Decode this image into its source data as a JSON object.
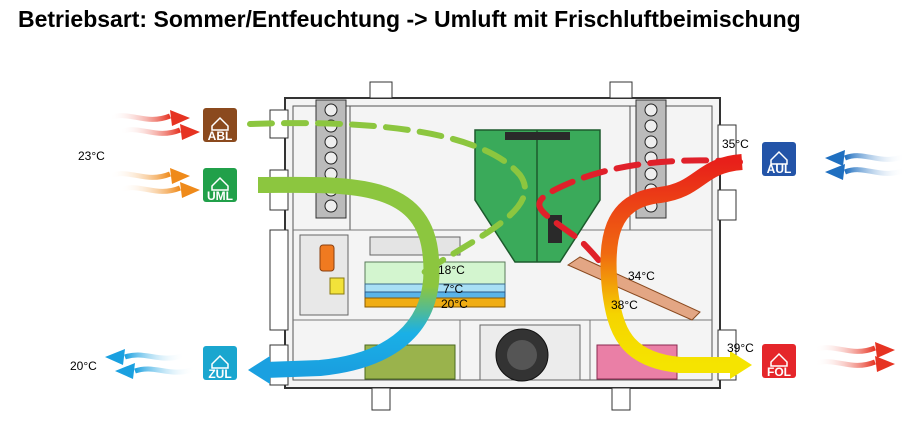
{
  "title": "Betriebsart: Sommer/Entfeuchtung -> Umluft mit Frischluftbeimischung",
  "badges": {
    "abl": {
      "label": "ABL",
      "color": "#8b4a1e"
    },
    "uml": {
      "label": "UML",
      "color": "#21a04a"
    },
    "zul": {
      "label": "ZUL",
      "color": "#1aa6cf"
    },
    "aul": {
      "label": "AUL",
      "color": "#2354a8"
    },
    "fol": {
      "label": "FOL",
      "color": "#e5262a"
    }
  },
  "temperatures": {
    "inlet_left": "23°C",
    "outlet_left": "20°C",
    "aul": "35°C",
    "coil_top": "18°C",
    "coil_mid": "7°C",
    "coil_bottom": "20°C",
    "pipe": "34°C",
    "after_condenser": "38°C",
    "fol": "39°C"
  },
  "colors": {
    "green": "#8cc63f",
    "dashed_red": "#e02020",
    "red": "#e8201a",
    "yellow": "#f5e400",
    "blue": "#1aa0e0",
    "hx_green": "#3aaa5a"
  }
}
